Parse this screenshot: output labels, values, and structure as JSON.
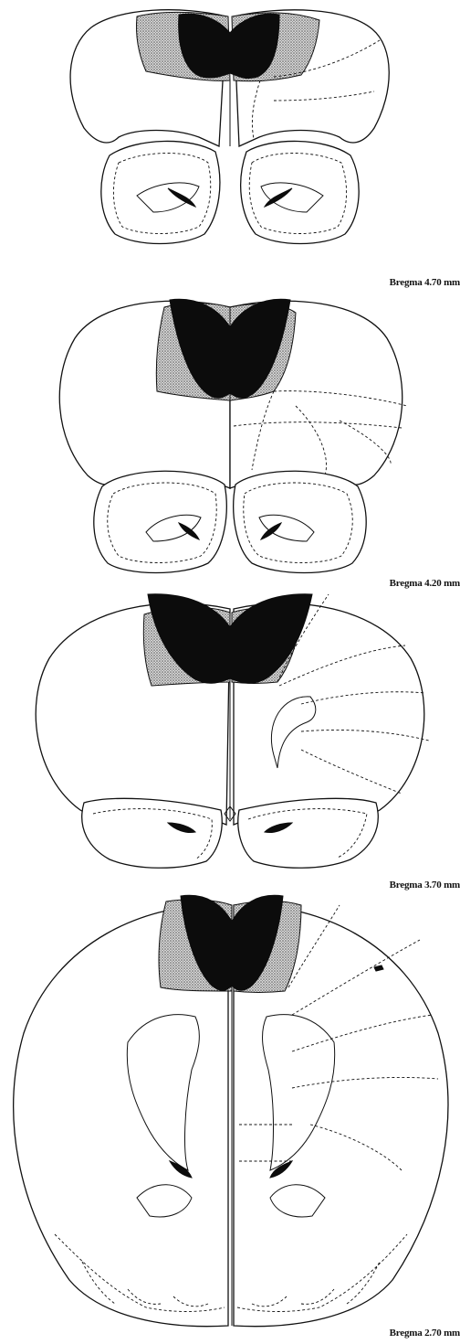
{
  "sections": [
    {
      "label": "Bregma 4.70 mm"
    },
    {
      "label": "Bregma 4.20 mm"
    },
    {
      "label": "Bregma 3.70 mm"
    },
    {
      "label": "Bregma 2.70 mm"
    }
  ],
  "colors": {
    "lesion_dense": "#0c0c0c",
    "lesion_stippled": "#9a9a9a",
    "outline": "#111111"
  }
}
